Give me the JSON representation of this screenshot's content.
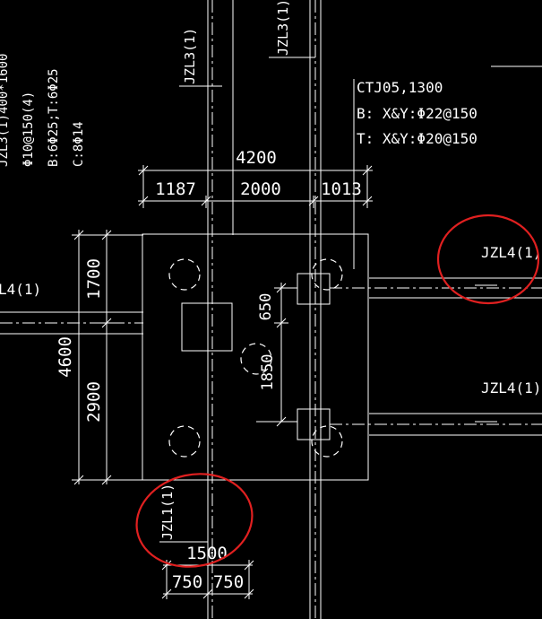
{
  "colors": {
    "background": "#000000",
    "lines": "#ffffff",
    "markup": "#e02020"
  },
  "labels": {
    "jzl3_top": "JZL3(1)",
    "jzl3_left": "JZL3(1)",
    "jzl4_left": "L4(1)",
    "jzl4_right_top": "JZL4(1)",
    "jzl4_right_bottom": "JZL4(1)",
    "jzl1_bottom": "JZL1(1)"
  },
  "notes_left": [
    "JZL3(1)400*1600",
    "Φ10@150(4)",
    "B:6Φ25;T:6Φ25",
    "C:8Φ14"
  ],
  "cap_spec": [
    "CTJ05,1300",
    "B: X&Y:Φ22@150",
    "T: X&Y:Φ20@150"
  ],
  "dimensions": {
    "top_total": "4200",
    "top_parts": [
      "1187",
      "2000",
      "1013"
    ],
    "left_total": "4600",
    "left_parts": [
      "1700",
      "2900"
    ],
    "col_offset": "650",
    "col_spacing": "1850",
    "bottom_total": "1500",
    "bottom_parts": [
      "750",
      "750"
    ]
  }
}
